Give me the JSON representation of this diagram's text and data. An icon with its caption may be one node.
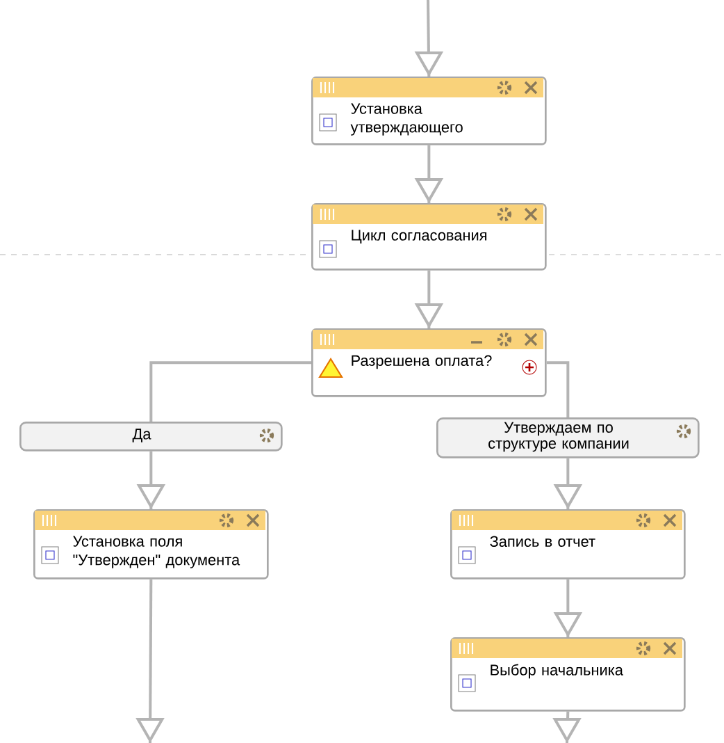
{
  "diagram": {
    "nodes": [
      {
        "text": [
          "Установка утверждающего"
        ]
      },
      {
        "text": [
          "Цикл согласования"
        ]
      },
      {
        "text": [
          "Разрешена оплата?"
        ]
      },
      {
        "text": [
          "Да"
        ]
      },
      {
        "text": [
          "Утверждаем по структуре компании"
        ]
      },
      {
        "text": [
          "Установка поля \"Утвержден\" документа"
        ]
      },
      {
        "text": [
          "Запись в отчет"
        ]
      },
      {
        "text": [
          "Выбор начальника"
        ]
      }
    ],
    "edges": [
      {
        "from": null,
        "to": 0,
        "arrow": "to"
      },
      {
        "from": 0,
        "to": 1,
        "arrow": "to"
      },
      {
        "from": 1,
        "to": 2,
        "arrow": "to"
      },
      {
        "from": 2,
        "to": 3,
        "arrow": "none"
      },
      {
        "from": 2,
        "to": 4,
        "arrow": "none"
      },
      {
        "from": 3,
        "to": 5,
        "arrow": "to"
      },
      {
        "from": 4,
        "to": 6,
        "arrow": "to"
      },
      {
        "from": 6,
        "to": 7,
        "arrow": "to"
      },
      {
        "from": 5,
        "to": null,
        "arrow": "to"
      },
      {
        "from": 7,
        "to": null,
        "arrow": "to"
      }
    ]
  }
}
